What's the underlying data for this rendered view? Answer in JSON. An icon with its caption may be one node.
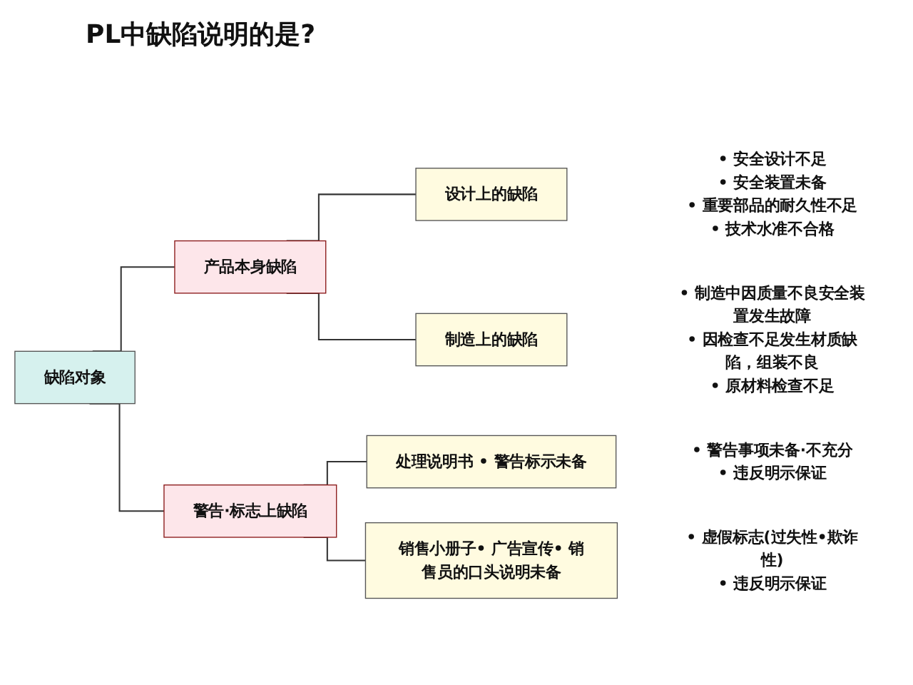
{
  "diagram": {
    "title": "PL中缺陷说明的是?",
    "nodes": [
      {
        "text": [
          "缺陷对象"
        ]
      },
      {
        "text": [
          "产品本身缺陷"
        ]
      },
      {
        "text": [
          "警告·标志上缺陷"
        ]
      },
      {
        "text": [
          "设计上的缺陷"
        ],
        "beside": [
          "• 安全设计不足",
          "• 安全装置未备",
          "• 重要部品的耐久性不足",
          "• 技术水准不合格"
        ]
      },
      {
        "text": [
          "制造上的缺陷"
        ],
        "beside": [
          "• 制造中因质量不良安全装置发生故障",
          "• 因检查不足发生材质缺陷，组装不良",
          "• 原材料检查不足"
        ]
      },
      {
        "text": [
          "处理说明书 • 警告标示未备"
        ],
        "beside": [
          "• 警告事项未备·不充分",
          "• 违反明示保证"
        ]
      },
      {
        "text": [
          "销售小册子• 广告宣传• 销售员的口头说明未备"
        ],
        "beside": [
          "• 虚假标志(过失性•欺诈性)",
          "• 违反明示保证"
        ]
      }
    ],
    "edges": [
      {
        "from": 0,
        "to": 1,
        "arrow": "none"
      },
      {
        "from": 0,
        "to": 2,
        "arrow": "none"
      },
      {
        "from": 1,
        "to": 3,
        "arrow": "none"
      },
      {
        "from": 1,
        "to": 4,
        "arrow": "none"
      },
      {
        "from": 2,
        "to": 5,
        "arrow": "none"
      },
      {
        "from": 2,
        "to": 6,
        "arrow": "none"
      }
    ]
  }
}
